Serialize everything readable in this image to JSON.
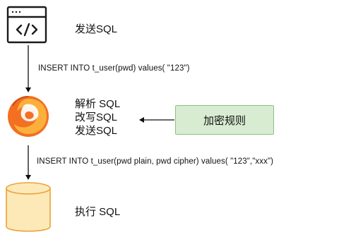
{
  "steps": {
    "send_sql": "发送SQL",
    "query_original": "INSERT INTO t_user(pwd) values( \"123\")",
    "parse": "解析 SQL",
    "rewrite": "改写SQL",
    "send": "发送SQL",
    "query_rewritten": "INSERT INTO t_user(pwd plain, pwd cipher) values( \"123\",\"xxx\")",
    "execute": "执行 SQL"
  },
  "rule_box": {
    "label": "加密规则",
    "fill": "#d8ecd2",
    "border": "#8fbf84"
  },
  "icons": {
    "app": "code-window-icon",
    "proxy": "shardingsphere-logo-icon",
    "db": "database-cylinder-icon"
  },
  "colors": {
    "logo_outer": "#f36f21",
    "logo_inner": "#fbb03b",
    "db_fill": "#fde9b8",
    "db_stroke": "#e8a33a"
  }
}
